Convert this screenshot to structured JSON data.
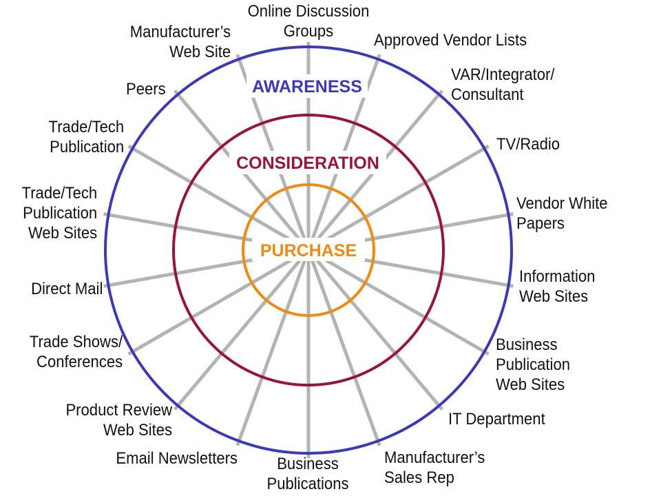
{
  "diagram": {
    "stages": [
      {
        "label": "AWARENESS",
        "color": "#3a3ab8"
      },
      {
        "label": "CONSIDERATION",
        "color": "#9a1438"
      },
      {
        "label": "PURCHASE",
        "color": "#f08a10"
      }
    ],
    "spoke_color": "#b3b3b3",
    "sources": [
      {
        "lines": [
          "Online Discussion",
          "Groups"
        ]
      },
      {
        "lines": [
          "Approved Vendor Lists"
        ]
      },
      {
        "lines": [
          "VAR/Integrator/",
          "Consultant"
        ]
      },
      {
        "lines": [
          "TV/Radio"
        ]
      },
      {
        "lines": [
          "Vendor White",
          "Papers"
        ]
      },
      {
        "lines": [
          "Information",
          "Web Sites"
        ]
      },
      {
        "lines": [
          "Business",
          "Publication",
          "Web Sites"
        ]
      },
      {
        "lines": [
          "IT Department"
        ]
      },
      {
        "lines": [
          "Manufacturer’s",
          "Sales Rep"
        ]
      },
      {
        "lines": [
          "Business",
          "Publications"
        ]
      },
      {
        "lines": [
          "Email Newsletters"
        ]
      },
      {
        "lines": [
          "Product Review",
          "Web Sites"
        ]
      },
      {
        "lines": [
          "Trade Shows/",
          "Conferences"
        ]
      },
      {
        "lines": [
          "Direct Mail"
        ]
      },
      {
        "lines": [
          "Trade/Tech",
          "Publication",
          "Web Sites"
        ]
      },
      {
        "lines": [
          "Trade/Tech",
          "Publication"
        ]
      },
      {
        "lines": [
          "Peers"
        ]
      },
      {
        "lines": [
          "Manufacturer’s",
          "Web Site"
        ]
      }
    ]
  }
}
